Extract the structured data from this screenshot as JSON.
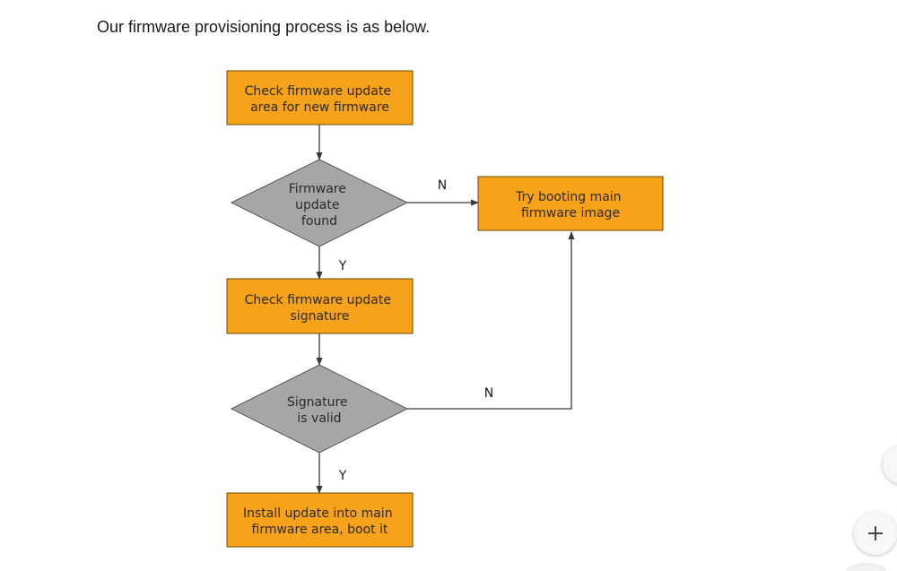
{
  "intro_text": "Our firmware provisioning process is as below.",
  "flowchart": {
    "box_color": "#F7A21B",
    "decision_color": "#A6A6A6",
    "nodes": {
      "check_update_area": [
        "Check firmware update",
        "area for new firmware"
      ],
      "update_found": [
        "Firmware",
        "update",
        "found"
      ],
      "check_signature": [
        "Check firmware update",
        "signature"
      ],
      "signature_valid": [
        "Signature",
        "is valid"
      ],
      "install_update": [
        "Install update into main",
        "firmware area, boot it"
      ],
      "try_booting_main": [
        "Try booting main",
        "firmware image"
      ]
    },
    "edge_labels": {
      "found_no": "N",
      "found_yes": "Y",
      "valid_no": "N",
      "valid_yes": "Y"
    }
  },
  "controls": {
    "add_icon": "+"
  }
}
